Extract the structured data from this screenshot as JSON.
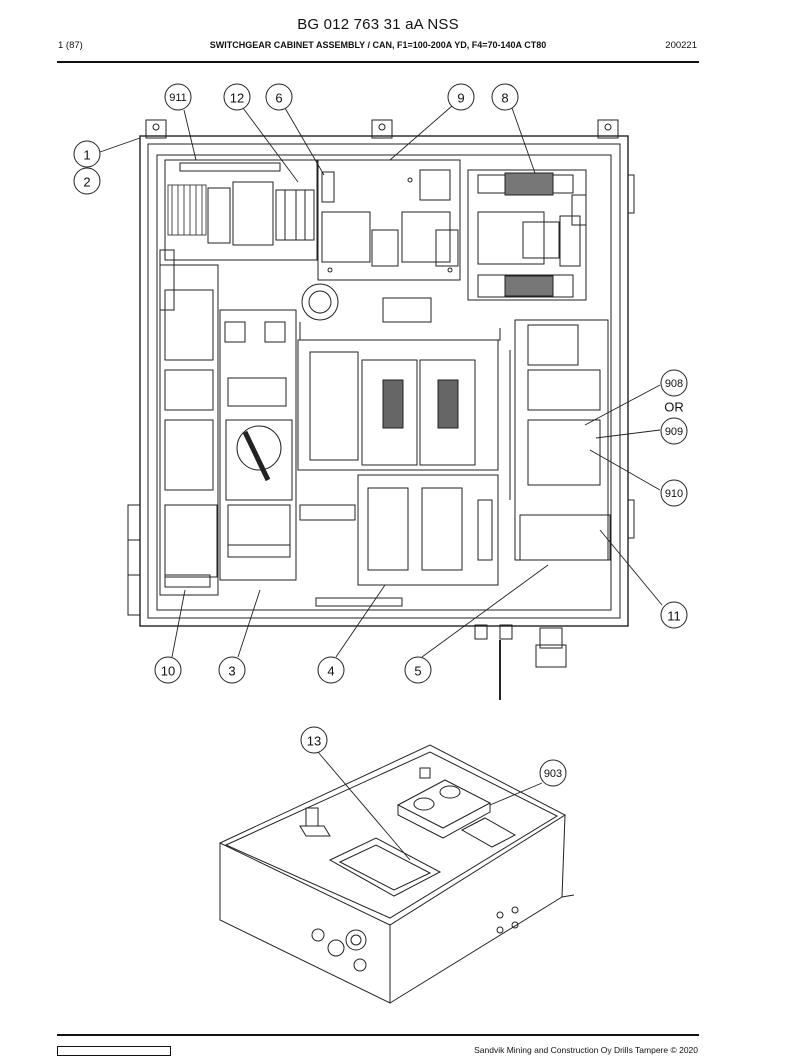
{
  "document": {
    "number": "BG 012 763 31 aA NSS",
    "page": "1 (87)",
    "title": "SWITCHGEAR CABINET ASSEMBLY / CAN, F1=100-200A YD, F4=70-140A CT80",
    "code": "200221",
    "footer": "Sandvik Mining and Construction Oy Drills Tampere © 2020"
  },
  "callouts": {
    "c1": "1",
    "c2": "2",
    "c3": "3",
    "c4": "4",
    "c5": "5",
    "c6": "6",
    "c8": "8",
    "c9": "9",
    "c10": "10",
    "c11": "11",
    "c12": "12",
    "c13": "13",
    "c903": "903",
    "c908": "908",
    "c909": "909",
    "c910": "910",
    "c911": "911",
    "or": "OR"
  }
}
